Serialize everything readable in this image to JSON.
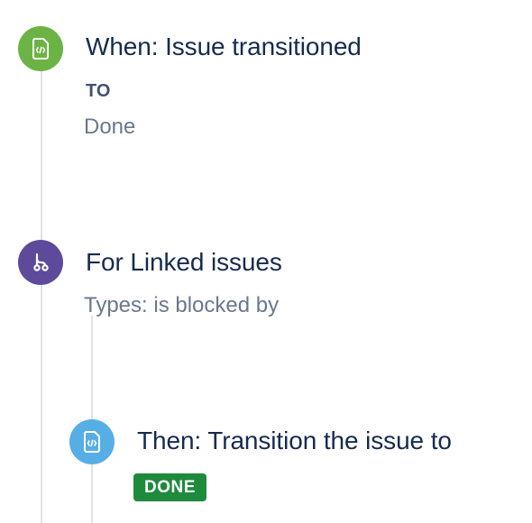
{
  "trigger": {
    "title": "When: Issue transitioned",
    "field_label": "TO",
    "field_value": "Done",
    "icon": "rule-document-icon",
    "color": "#6bb344"
  },
  "branch": {
    "title": "For Linked issues",
    "subtitle": "Types: is blocked by",
    "icon": "branch-icon",
    "color": "#5e4a9b"
  },
  "action": {
    "title": "Then: Transition the issue to",
    "status_lozenge": "DONE",
    "icon": "rule-document-icon",
    "color": "#56aee5",
    "lozenge_color": "#1e8a3c"
  }
}
